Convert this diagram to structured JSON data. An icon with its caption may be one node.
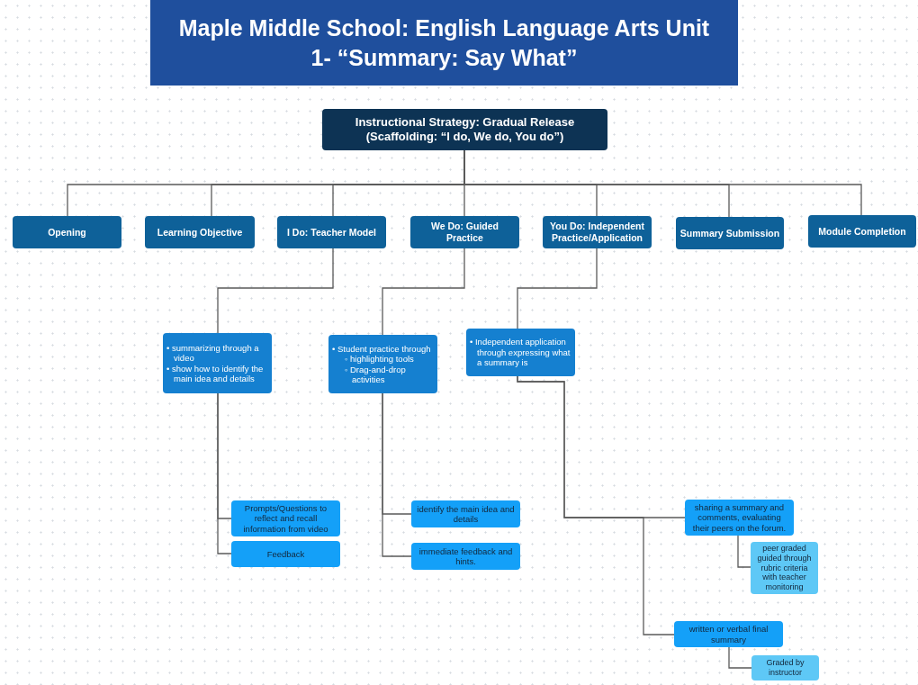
{
  "diagram": {
    "title": "Maple Middle School: English Language Arts Unit 1- “Summary: Say What”",
    "nodes": [
      {
        "text": [
          "Instructional Strategy: Gradual Release",
          "(Scaffolding: “I do, We do, You do”)"
        ]
      },
      {
        "text": [
          "Opening"
        ]
      },
      {
        "text": [
          "Learning Objective"
        ]
      },
      {
        "text": [
          "I Do: Teacher Model"
        ]
      },
      {
        "text": [
          "We Do: Guided Practice"
        ]
      },
      {
        "text": [
          "You Do: Independent Practice/Application"
        ]
      },
      {
        "text": [
          "Summary Submission"
        ]
      },
      {
        "text": [
          "Module Completion"
        ]
      },
      {
        "text": [
          "• summarizing through a video",
          "• show how to identify the main idea and details"
        ]
      },
      {
        "text": [
          "• Student practice through",
          "◦ highlighting tools",
          "◦ Drag-and-drop activities"
        ]
      },
      {
        "text": [
          "• Independent application through expressing what a summary is"
        ]
      },
      {
        "text": [
          "Prompts/Questions to reflect and recall information from video"
        ]
      },
      {
        "text": [
          "Feedback"
        ]
      },
      {
        "text": [
          "identify the main idea and details"
        ]
      },
      {
        "text": [
          "immediate feedback and hints."
        ]
      },
      {
        "text": [
          "sharing a summary and comments, evaluating their peers on the forum."
        ]
      },
      {
        "text": [
          "peer graded guided through rubric criteria with teacher monitoring"
        ]
      },
      {
        "text": [
          "written or verbal final summary"
        ]
      },
      {
        "text": [
          "Graded by instructor"
        ]
      }
    ],
    "edges": [
      {
        "from": 0,
        "to": 1,
        "arrow": "none"
      },
      {
        "from": 0,
        "to": 2,
        "arrow": "none"
      },
      {
        "from": 0,
        "to": 3,
        "arrow": "none"
      },
      {
        "from": 0,
        "to": 4,
        "arrow": "none"
      },
      {
        "from": 0,
        "to": 5,
        "arrow": "none"
      },
      {
        "from": 0,
        "to": 6,
        "arrow": "none"
      },
      {
        "from": 0,
        "to": 7,
        "arrow": "none"
      },
      {
        "from": 3,
        "to": 8,
        "arrow": "none"
      },
      {
        "from": 4,
        "to": 9,
        "arrow": "none"
      },
      {
        "from": 5,
        "to": 10,
        "arrow": "none"
      },
      {
        "from": 8,
        "to": 11,
        "arrow": "none"
      },
      {
        "from": 8,
        "to": 12,
        "arrow": "none"
      },
      {
        "from": 9,
        "to": 13,
        "arrow": "none"
      },
      {
        "from": 9,
        "to": 14,
        "arrow": "none"
      },
      {
        "from": 10,
        "to": 15,
        "arrow": "none"
      },
      {
        "from": 10,
        "to": 17,
        "arrow": "none"
      },
      {
        "from": 15,
        "to": 16,
        "arrow": "none"
      },
      {
        "from": 17,
        "to": 18,
        "arrow": "none"
      }
    ]
  }
}
